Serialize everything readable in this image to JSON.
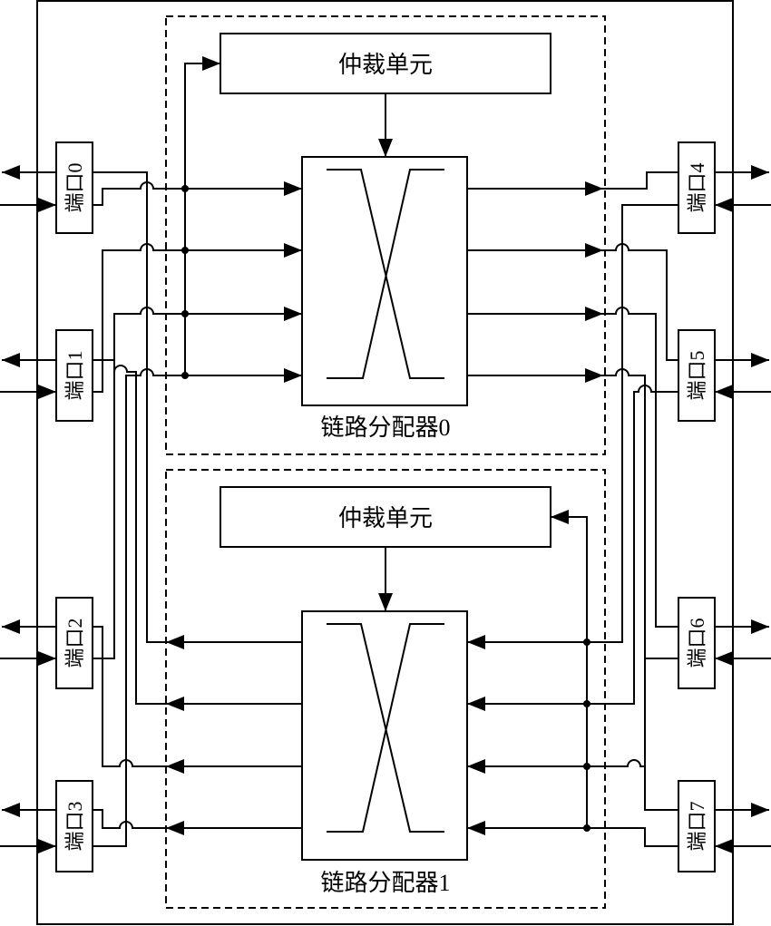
{
  "diagram": {
    "colors": {
      "stroke": "#000000",
      "background": "#ffffff"
    },
    "allocators": [
      {
        "id": 0,
        "label": "链路分配器0",
        "arbiter_label": "仲裁单元",
        "inputs_from": [
          "端口0",
          "端口1"
        ],
        "outputs_to": [
          "端口4",
          "端口5"
        ]
      },
      {
        "id": 1,
        "label": "链路分配器1",
        "arbiter_label": "仲裁单元",
        "inputs_from": [
          "端口6",
          "端口7"
        ],
        "outputs_to": [
          "端口2",
          "端口3"
        ]
      }
    ],
    "ports_left": [
      {
        "label": "端口0"
      },
      {
        "label": "端口1"
      },
      {
        "label": "端口2"
      },
      {
        "label": "端口3"
      }
    ],
    "ports_right": [
      {
        "label": "端口4"
      },
      {
        "label": "端口5"
      },
      {
        "label": "端口6"
      },
      {
        "label": "端口7"
      }
    ],
    "icons": {
      "crossbar": "crossbar-x-icon",
      "arrow": "arrowhead-icon",
      "junction": "junction-dot-icon"
    }
  }
}
